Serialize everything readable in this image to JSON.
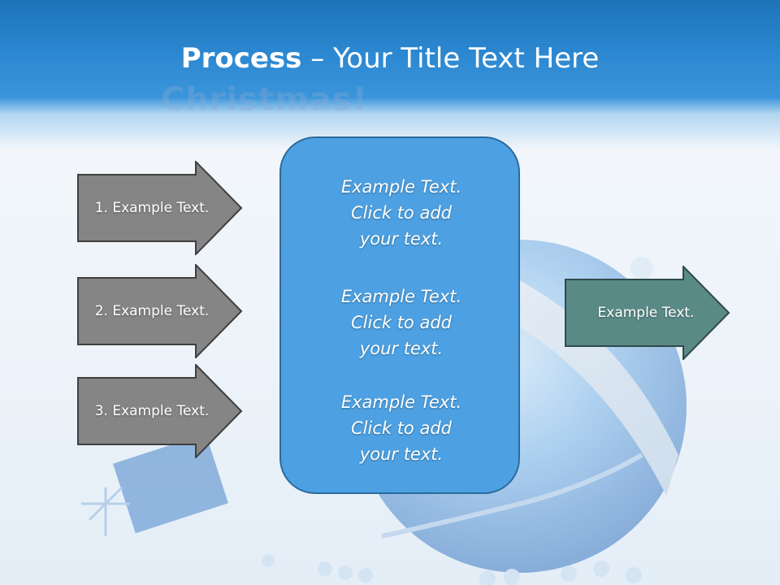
{
  "title": {
    "bold": "Process",
    "rest": " – Your Title Text Here"
  },
  "ghost_watermark": "Christmas!",
  "left_arrows": [
    {
      "label": "1. Example Text."
    },
    {
      "label": "2. Example Text."
    },
    {
      "label": "3. Example Text."
    }
  ],
  "center_box": {
    "blocks": [
      {
        "line1": "Example Text.",
        "line2": "Click  to add",
        "line3": "your text."
      },
      {
        "line1": "Example Text.",
        "line2": "Click  to add",
        "line3": "your text."
      },
      {
        "line1": "Example Text.",
        "line2": "Click  to add",
        "line3": "your text."
      }
    ]
  },
  "right_arrow": {
    "label": "Example Text."
  },
  "colors": {
    "header_blue": "#2a86cf",
    "gray_arrow": "#858585",
    "center_box": "#4da1e2",
    "teal_arrow": "#5a8a86"
  }
}
